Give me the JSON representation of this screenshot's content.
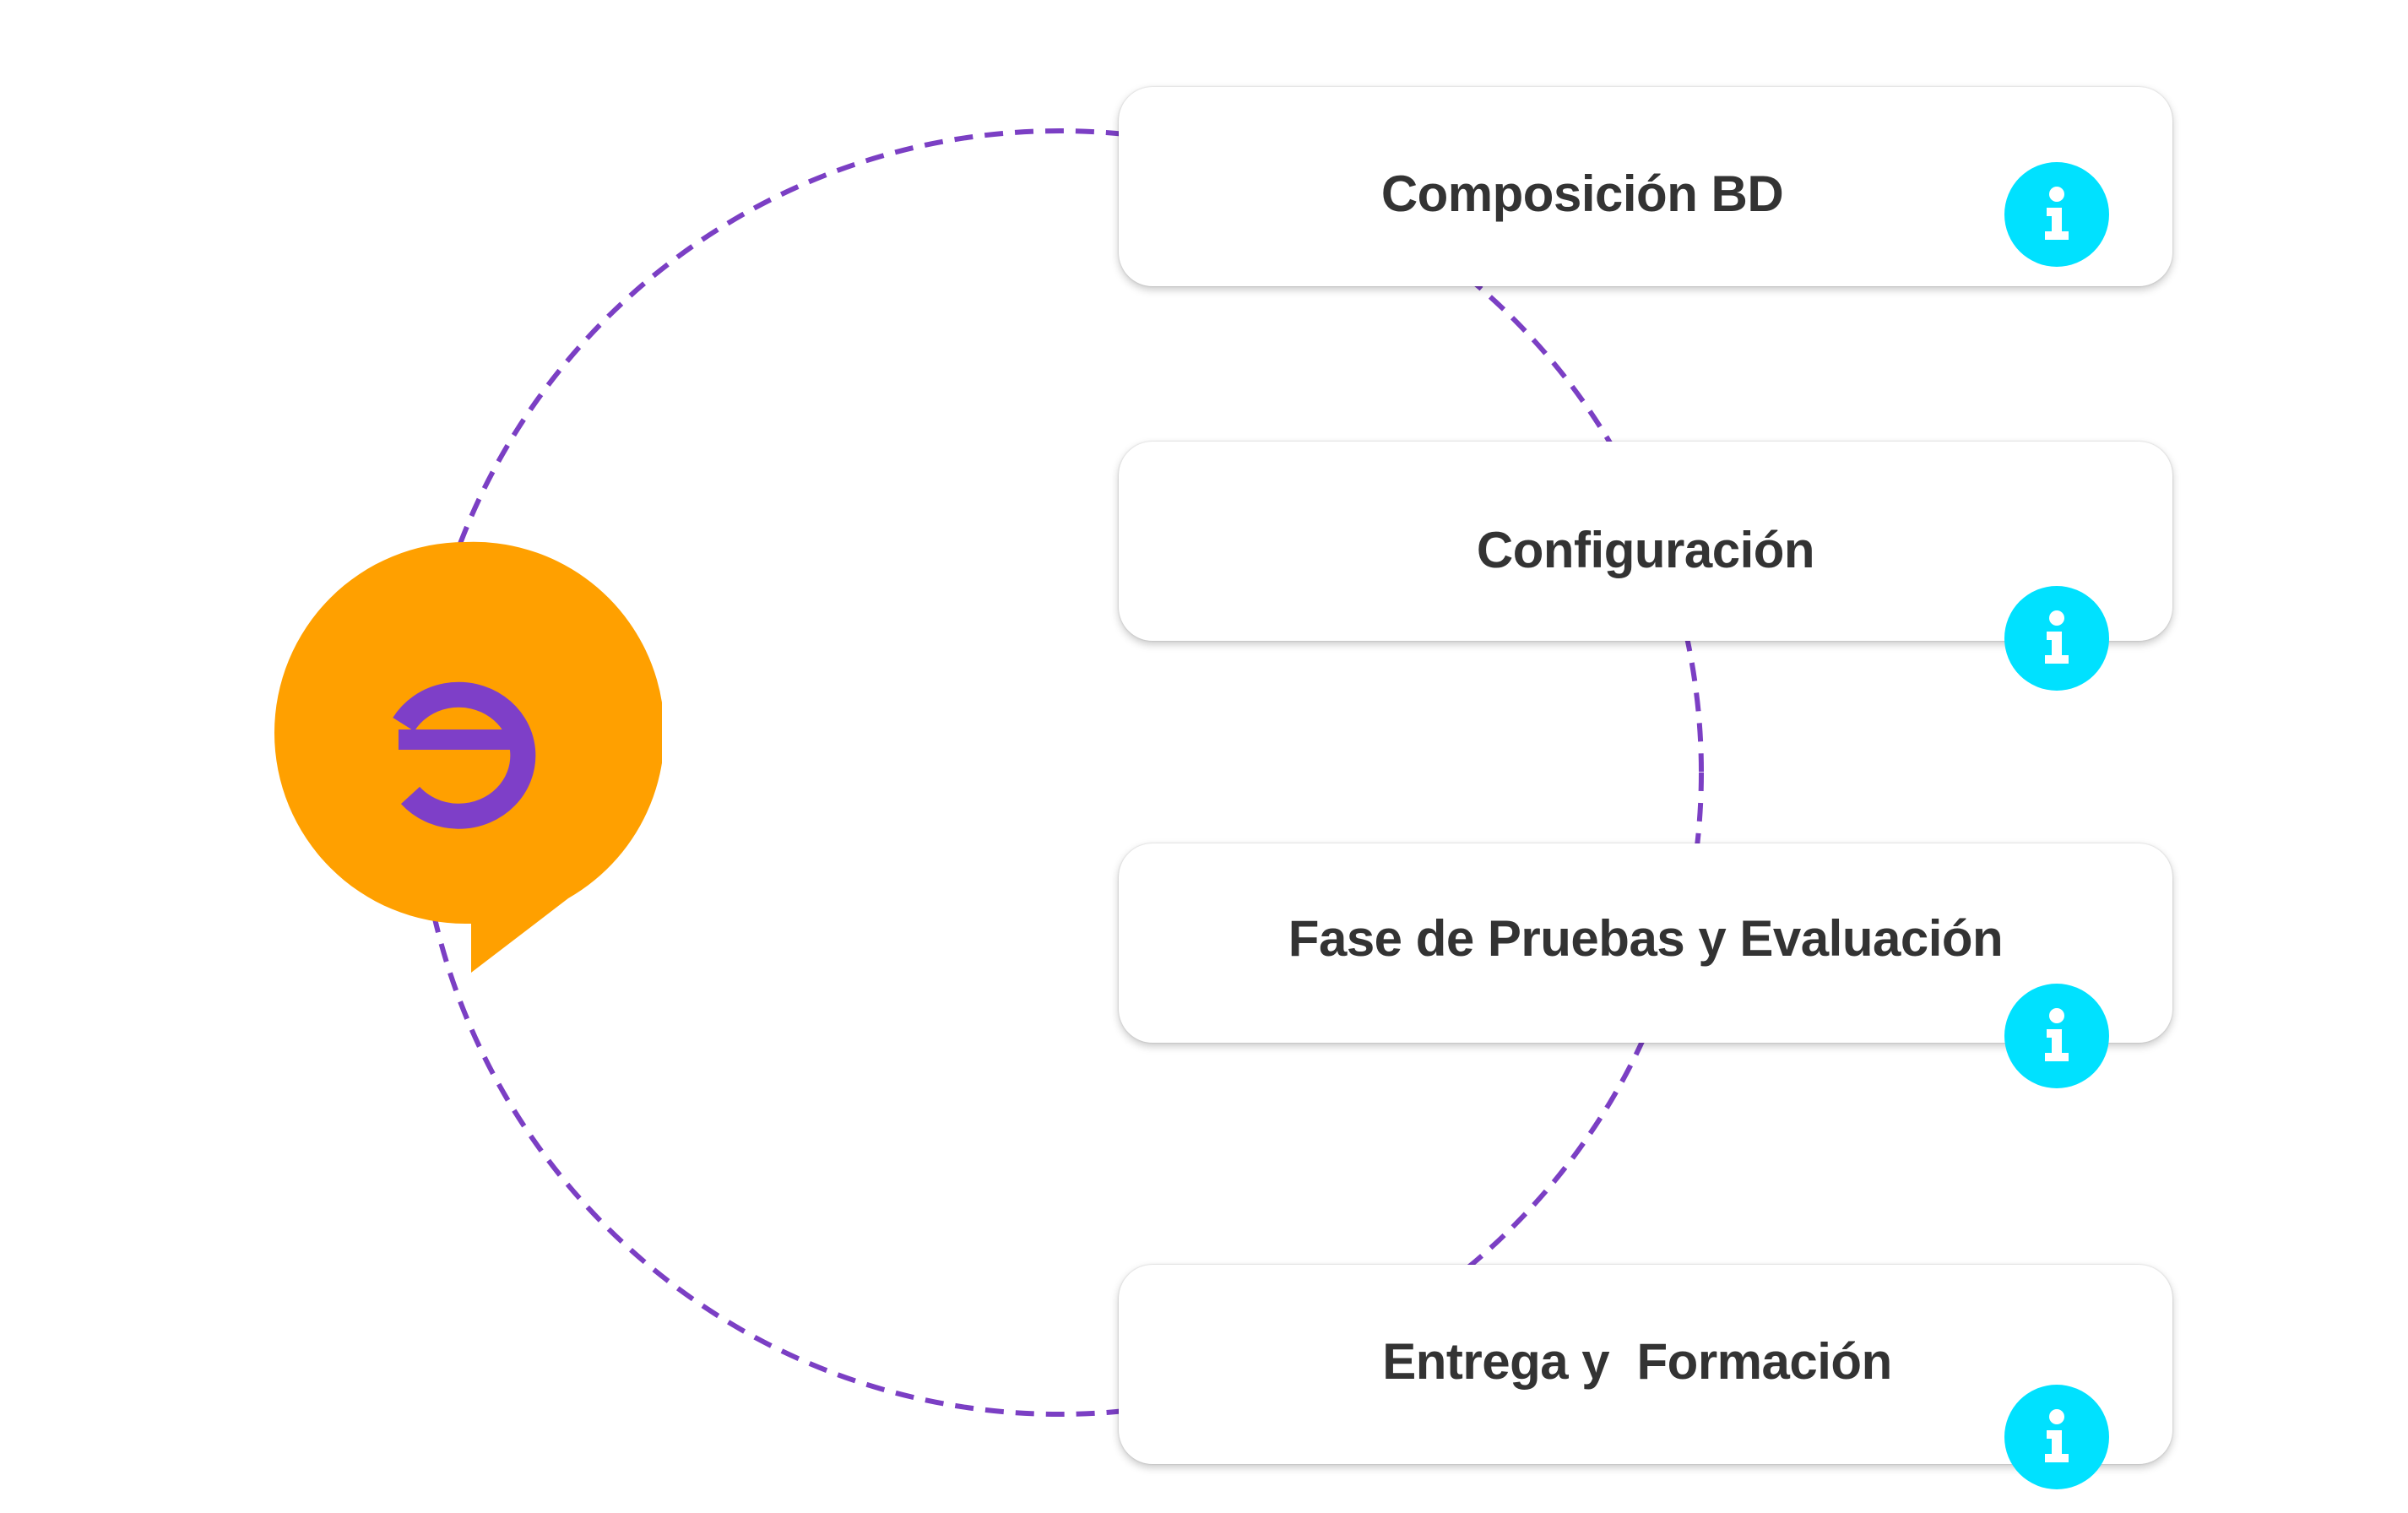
{
  "colors": {
    "ring": "#7B3FC4",
    "logo_fill": "#FFA000",
    "logo_mark": "#7E3FC8",
    "info_fill": "#00E1FF",
    "info_glyph": "#FFFFFF",
    "card_text": "#333333"
  },
  "logo": {
    "icon": "speech-bubble-logo"
  },
  "steps": [
    {
      "label": "Composición BD",
      "icon": "info-icon"
    },
    {
      "label": "Configuración",
      "icon": "info-icon"
    },
    {
      "label": "Fase de Pruebas y Evaluación",
      "icon": "info-icon"
    },
    {
      "label": "Entrega y  Formación",
      "icon": "info-icon"
    }
  ]
}
